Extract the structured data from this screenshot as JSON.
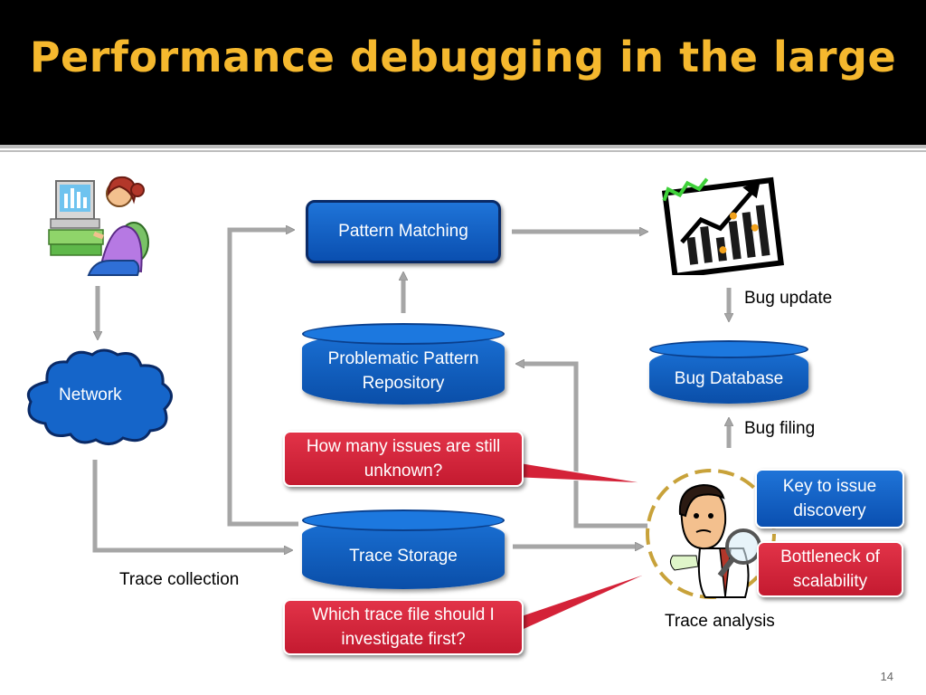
{
  "slide": {
    "title": "Performance debugging in the large",
    "page_number": "14"
  },
  "nodes": {
    "pattern_matching": "Pattern Matching",
    "problematic_repo_line1": "Problematic Pattern",
    "problematic_repo_line2": "Repository",
    "bug_database": "Bug Database",
    "trace_storage": "Trace Storage",
    "network": "Network"
  },
  "labels": {
    "bug_update": "Bug update",
    "bug_filing": "Bug filing",
    "trace_collection": "Trace collection",
    "trace_analysis": "Trace analysis"
  },
  "callouts": {
    "unknown_issues_line1": "How many issues are still",
    "unknown_issues_line2": "unknown?",
    "which_trace_line1": "Which trace file should I",
    "which_trace_line2": "investigate first?",
    "key_discovery_line1": "Key to issue",
    "key_discovery_line2": "discovery",
    "bottleneck_line1": "Bottleneck of",
    "bottleneck_line2": "scalability"
  },
  "colors": {
    "title": "#f5b82e",
    "header_bg": "#000000",
    "node_blue": "#0a4fb0",
    "callout_red": "#d42238",
    "arrow_gray": "#a6a6a6"
  },
  "icons": [
    "computer-user-icon",
    "network-cloud-icon",
    "chart-growth-icon",
    "analyst-magnifier-icon"
  ]
}
